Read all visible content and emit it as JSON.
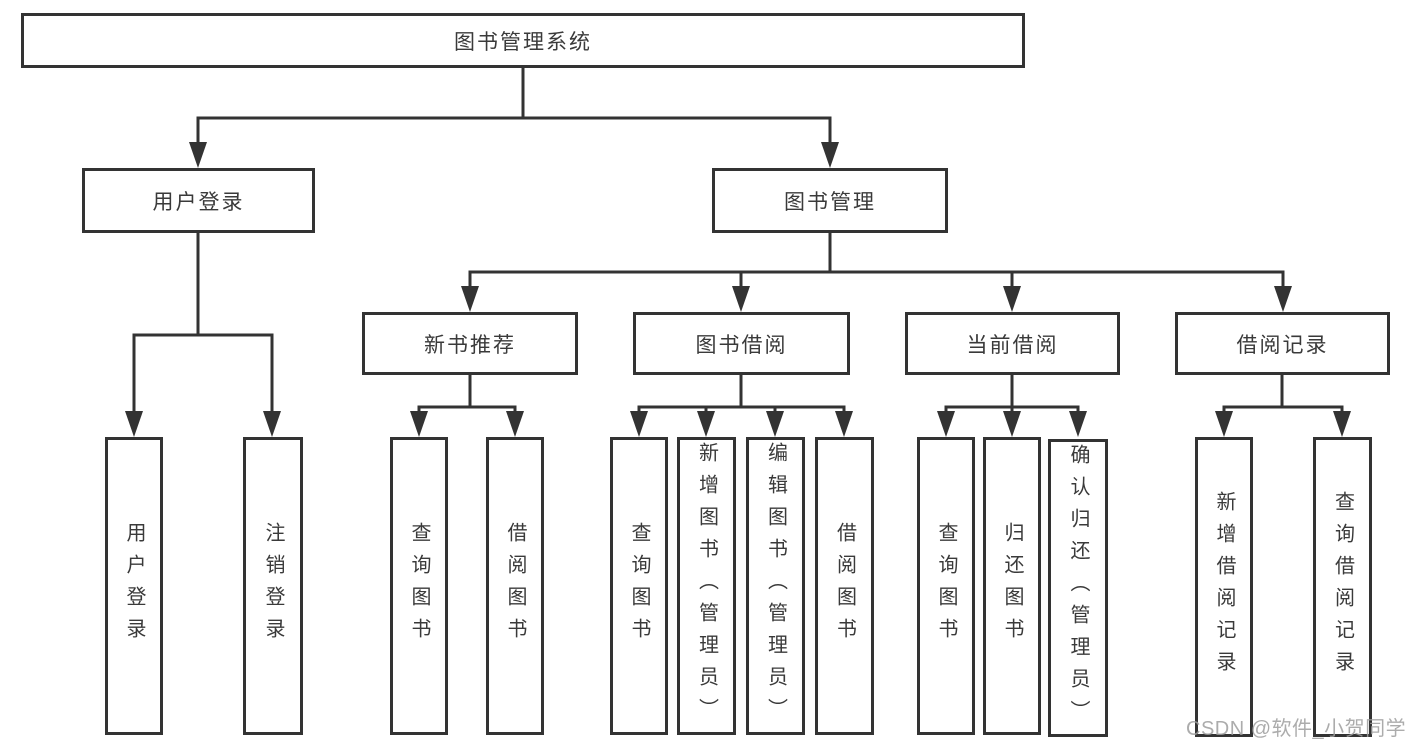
{
  "diagram_type": "hierarchy-tree",
  "nodes": {
    "root": {
      "label": "图书管理系统"
    },
    "user_login": {
      "label": "用户登录"
    },
    "book_mgmt": {
      "label": "图书管理"
    },
    "new_book_rec": {
      "label": "新书推荐"
    },
    "book_borrow": {
      "label": "图书借阅"
    },
    "current_borrow": {
      "label": "当前借阅"
    },
    "borrow_record": {
      "label": "借阅记录"
    },
    "leaf_user_login": {
      "label": "用户登录"
    },
    "leaf_logout": {
      "label": "注销登录"
    },
    "leaf_rec_query": {
      "label": "查询图书"
    },
    "leaf_rec_borrow": {
      "label": "借阅图书"
    },
    "leaf_bb_query": {
      "label": "查询图书"
    },
    "leaf_bb_add": {
      "label": "新增图书（管理员）"
    },
    "leaf_bb_edit": {
      "label": "编辑图书（管理员）"
    },
    "leaf_bb_borrow": {
      "label": "借阅图书"
    },
    "leaf_cb_query": {
      "label": "查询图书"
    },
    "leaf_cb_return": {
      "label": "归还图书"
    },
    "leaf_cb_confirm": {
      "label": "确认归还（管理员）"
    },
    "leaf_br_add": {
      "label": "新增借阅记录"
    },
    "leaf_br_query": {
      "label": "查询借阅记录"
    }
  },
  "hierarchy": {
    "图书管理系统": {
      "用户登录": [
        "用户登录",
        "注销登录"
      ],
      "图书管理": {
        "新书推荐": [
          "查询图书",
          "借阅图书"
        ],
        "图书借阅": [
          "查询图书",
          "新增图书（管理员）",
          "编辑图书（管理员）",
          "借阅图书"
        ],
        "当前借阅": [
          "查询图书",
          "归还图书",
          "确认归还（管理员）"
        ],
        "借阅记录": [
          "新增借阅记录",
          "查询借阅记录"
        ]
      }
    }
  },
  "watermark": {
    "text": "CSDN @软件_小贺同学"
  },
  "colors": {
    "line": "#333333",
    "box_border": "#333333",
    "box_background": "#ffffff",
    "text": "#3a3a3a",
    "watermark": "#9e9e9e",
    "background": "#ffffff"
  }
}
